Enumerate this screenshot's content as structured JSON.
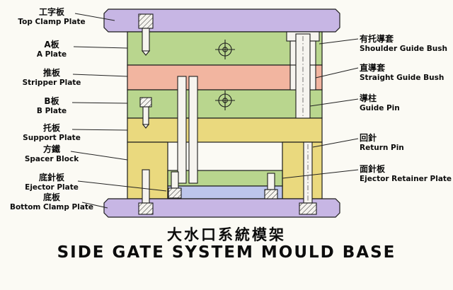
{
  "title": {
    "zh": "大水口系統模架",
    "en": "SIDE GATE SYSTEM MOULD BASE"
  },
  "left_labels": [
    {
      "zh": "工字板",
      "en": "Top Clamp Plate"
    },
    {
      "zh": "A板",
      "en": "A Plate"
    },
    {
      "zh": "推板",
      "en": "Stripper Plate"
    },
    {
      "zh": "B板",
      "en": "B Plate"
    },
    {
      "zh": "托板",
      "en": "Support Plate"
    },
    {
      "zh": "方鐵",
      "en": "Spacer Block"
    },
    {
      "zh": "底針板",
      "en": "Ejector Plate"
    },
    {
      "zh": "底板",
      "en": "Bottom Clamp Plate"
    }
  ],
  "right_labels": [
    {
      "zh": "有托導套",
      "en": "Shoulder Guide Bush"
    },
    {
      "zh": "直導套",
      "en": "Straight Guide Bush"
    },
    {
      "zh": "導柱",
      "en": "Guide Pin"
    },
    {
      "zh": "回針",
      "en": "Return Pin"
    },
    {
      "zh": "面針板",
      "en": "Ejector Retainer Plate"
    }
  ],
  "colors": {
    "clamp_plate": "#c7b6e4",
    "ab_plate": "#b9d68e",
    "stripper_plate": "#f2b5a0",
    "support_plate": "#ead97e",
    "retainer_plate": "#b9d68e",
    "ejector_plate": "#bdc6ec",
    "pin_fill": "#f6f4ef",
    "outline": "#1c1c1c",
    "background": "#fbfaf4"
  }
}
